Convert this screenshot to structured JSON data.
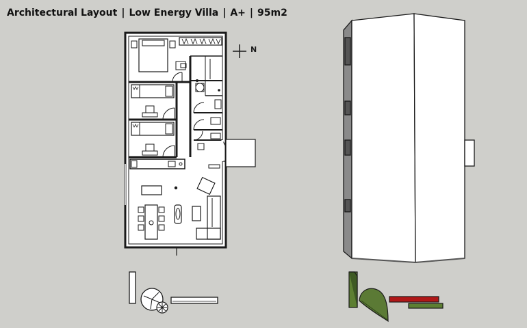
{
  "header": {
    "part1": "Architectural Layout",
    "part2": "Low Energy Villa",
    "part3": "A+",
    "part4": "95m2",
    "separator": "|"
  },
  "compass": {
    "label": "N"
  },
  "colors": {
    "background": "#cfcfcb",
    "wall": "#1a1a1a",
    "paper": "#ffffff",
    "facade": "#8a8a8a",
    "plant": "#5b7a35",
    "plantDark": "#3e5a23",
    "redBlock": "#b01818",
    "greenBlock": "#5d7f32"
  }
}
